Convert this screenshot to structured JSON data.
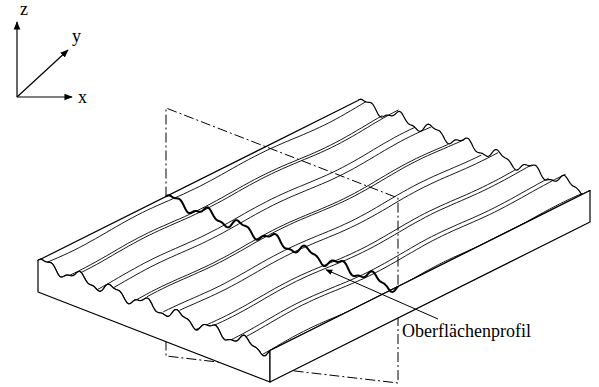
{
  "diagram": {
    "labels": [
      "z",
      "y",
      "x",
      "Oberflächenprofil"
    ]
  }
}
